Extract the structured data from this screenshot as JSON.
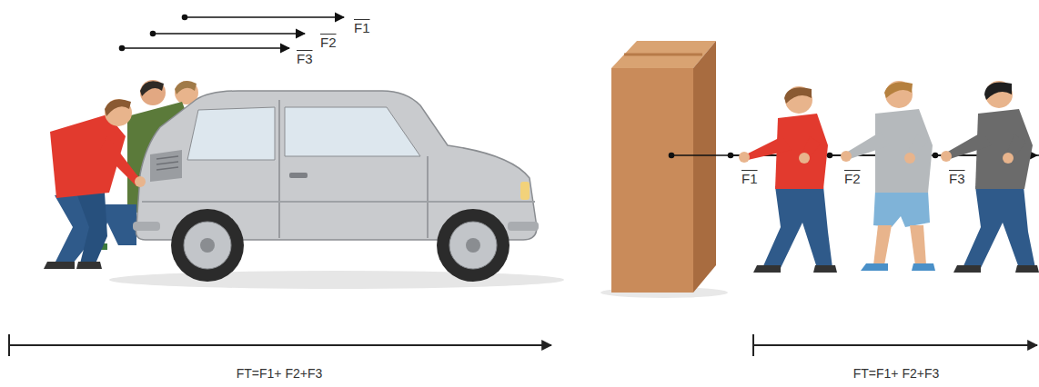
{
  "diagram": {
    "labels": [
      "F1",
      "F2",
      "F3",
      "F1",
      "F2",
      "F3",
      "FT=F1+ F2+F3",
      "FT=F1+ F2+F3"
    ]
  }
}
